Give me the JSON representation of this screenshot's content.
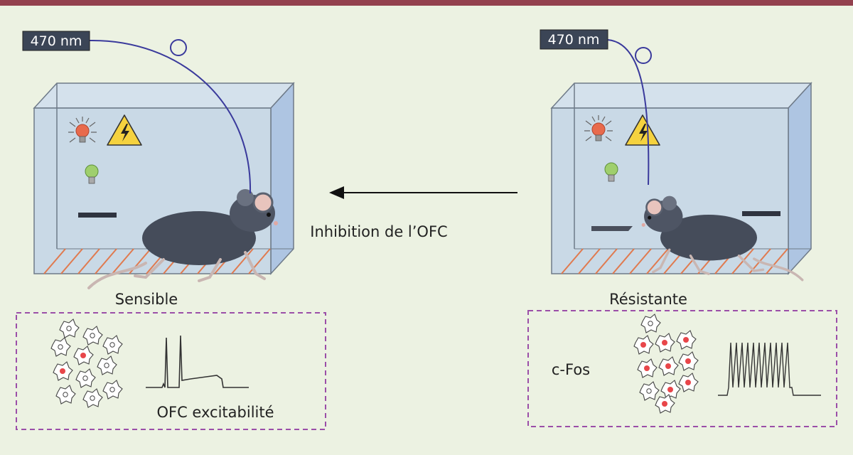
{
  "laser_left": "470 nm",
  "laser_right": "470 nm",
  "arrow_label": "Inhibition de l’OFC",
  "condition_left": "Sensible",
  "condition_right": "Résistante",
  "left_panel_label": "OFC excitabilité",
  "right_panel_label": "c-Fos",
  "colors": {
    "top_bar": "#93414e",
    "background": "#ecf2e2",
    "box_front": "#c9d9e6",
    "box_side": "#aec5e2",
    "floor_stripes": "#e07a4f",
    "fiber": "#3a3a9c",
    "laser_label_bg": "#3b4556",
    "panel_border": "#9b4fa8",
    "cfos_nucleus": "#e8464a"
  },
  "icons": [
    "warning-shock-icon",
    "red-bulb-icon",
    "green-bulb-icon",
    "mouse-figure",
    "neuron-cell-icon"
  ]
}
